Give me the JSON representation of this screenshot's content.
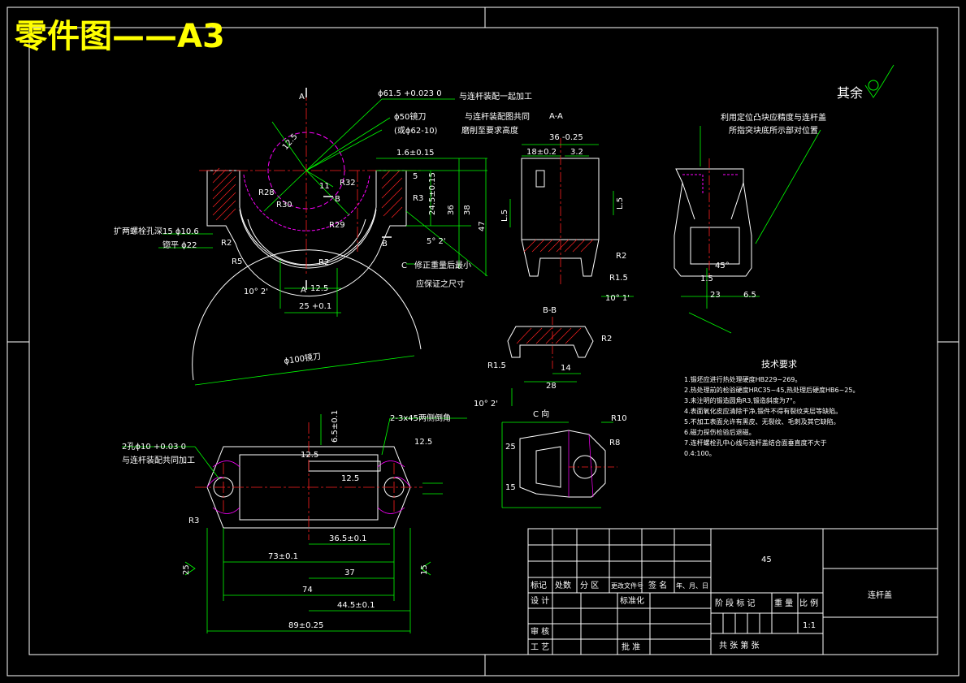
{
  "header": {
    "title": "零件图——A3"
  },
  "views": {
    "main": {
      "tol_top": "ϕ61.5 +0.023 0",
      "tol_top_note": "与连杆装配一起加工",
      "bore_50": "ϕ50镜刀",
      "bore_50_note": "与连杆装配图共同",
      "bore_62": "(或ϕ62-10)",
      "bore_62_note": "磨削至要求高度",
      "dim_1_6": "1.6±0.15",
      "dim_5": "5",
      "dim_r3": "R3",
      "dim_24": "24.5±0.15",
      "dim_36": "36",
      "dim_38": "38",
      "dim_47": "47",
      "dim_r30": "R30",
      "dim_r32": "R32",
      "dim_r29": "R29",
      "dim_r28": "R28",
      "dim_11": "11",
      "dim_12_5": "12.5",
      "dim_25": "25 +0.1",
      "dim_10_2": "10° 2'",
      "dim_5_2": "5° 2'",
      "dim_r2a": "R2",
      "dim_r2b": "R2",
      "dim_r5": "R5",
      "note_hole": "扩两螺栓孔深15 ϕ10.6",
      "note_flat": "锪平 ϕ22",
      "note_weight": "修正重量后最小",
      "note_size": "应保证之尺寸",
      "label_a": "A",
      "label_b": "B",
      "label_c": "C",
      "dim_100": "ϕ100镜刀",
      "dim_r21_5": "12.5"
    },
    "aa": {
      "label": "A-A",
      "dim_36": "36 -0.25",
      "dim_18": "18±0.2",
      "dim_3_2": "3.2",
      "dim_l5": "L.5",
      "dim_r2": "R2",
      "dim_r1_5": "R1.5",
      "dim_10_1": "10° 1'"
    },
    "right": {
      "label": "其余",
      "note1": "利用定位凸块应精度与连杆盖",
      "note2": "所指突块底所示部对位置",
      "dim_45": "45°",
      "dim_1_5": "1.5",
      "dim_23": "23",
      "dim_6_5": "6.5"
    },
    "bb": {
      "label": "B-B",
      "dim_r2": "R2",
      "dim_r1_5": "R1.5",
      "dim_14": "14",
      "dim_28": "28",
      "dim_10_2": "10° 2'"
    },
    "c": {
      "label": "C 向",
      "dim_r10": "R10",
      "dim_r8": "R8",
      "dim_25": "25",
      "dim_15": "15"
    },
    "bottom": {
      "note_hole": "2孔ϕ10 +0.03 0",
      "note_hole2": "与连杆装配共同加工",
      "note_chamfer": "2-3x45两侧倒角",
      "dim_12_5a": "12.5",
      "dim_12_5b": "12.5",
      "dim_12_5c": "12.5",
      "dim_6_5": "6.5±0.1",
      "dim_36_5": "36.5±0.1",
      "dim_73": "73±0.1",
      "dim_37": "37",
      "dim_74": "74",
      "dim_44_5": "44.5±0.1",
      "dim_89": "89±0.25",
      "dim_r3": "R3",
      "dim_25": "25",
      "dim_15": "15"
    }
  },
  "tech_req": {
    "title": "技术要求",
    "items": [
      "1.锻坯应进行热处理硬度HB229~269。",
      "2.热处理前的检验硬度HRC35~45,热处理后硬度HB6~25。",
      "3.未注明的锻造圆角R3,锻造斜度为7°。",
      "4.表面氧化皮应清除干净,锻件不得有裂纹夹层等缺陷。",
      "5.不加工表面允许有黑皮、无裂纹、毛刺及其它缺陷。",
      "6.磁力探伤检验后退磁。",
      "7.连杆螺栓孔中心线与连杆盖结合面垂直度不大于",
      "0.4:100。"
    ]
  },
  "title_block": {
    "material": "45",
    "part_name": "连杆盖",
    "scale": "1:1",
    "headers": [
      "标记",
      "处数",
      "分 区",
      "更改文件号",
      "签 名",
      "年、月、日"
    ],
    "row_design": "设 计",
    "row_std": "标准化",
    "row_check": "审 核",
    "row_proc": "工 艺",
    "row_approve": "批 准",
    "stage": "阶 段 标 记",
    "weight": "重 量",
    "ratio": "比 例",
    "sheets": "共   张   第   张"
  }
}
